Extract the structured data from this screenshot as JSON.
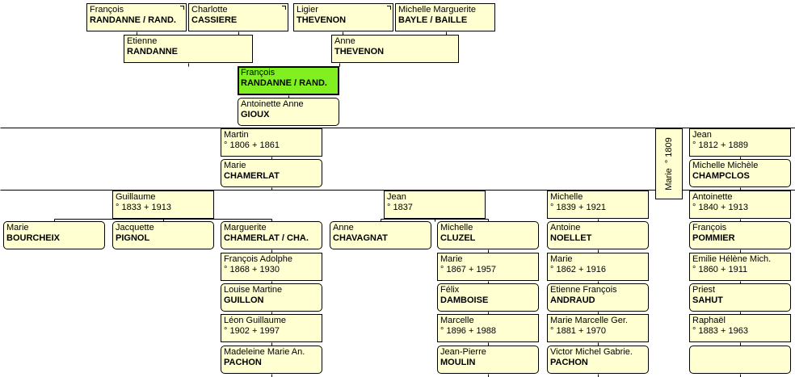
{
  "boxes": [
    {
      "id": "b1",
      "l1": "François",
      "l2": "RANDANNE / RAND.",
      "shape": "square",
      "corner": true
    },
    {
      "id": "b2",
      "l1": "Charlotte",
      "l2": "CASSIERE",
      "shape": "square",
      "corner": true
    },
    {
      "id": "b3",
      "l1": "Ligier",
      "l2": "THEVENON",
      "shape": "square",
      "corner": true
    },
    {
      "id": "b4",
      "l1": "Michelle Marguerite",
      "l2": "BAYLE / BAILLE",
      "shape": "square",
      "corner": false
    },
    {
      "id": "b5",
      "l1": "Etienne",
      "l2": "RANDANNE",
      "shape": "square"
    },
    {
      "id": "b6",
      "l1": "Anne",
      "l2": "THEVENON",
      "shape": "square"
    },
    {
      "id": "b7",
      "l1": "François",
      "l2": "RANDANNE / RAND.",
      "shape": "square",
      "selected": true
    },
    {
      "id": "b8",
      "l1": "Antoinette Anne",
      "l2": "GIOUX",
      "shape": "round"
    },
    {
      "id": "b9",
      "l1": "Martin",
      "l2": "° 1806 + 1861",
      "shape": "square",
      "normal2": true
    },
    {
      "id": "b10",
      "l1": "Marie",
      "l2": "CHAMERLAT",
      "shape": "round"
    },
    {
      "id": "b11",
      "l1": "Marie",
      "l2": "° 1809",
      "shape": "vertical"
    },
    {
      "id": "b12",
      "l1": "Jean",
      "l2": "° 1812 + 1889",
      "shape": "square",
      "normal2": true
    },
    {
      "id": "b13",
      "l1": "Michelle Michèle",
      "l2": "CHAMPCLOS",
      "shape": "round"
    },
    {
      "id": "b14",
      "l1": "Guillaume",
      "l2": "° 1833 + 1913",
      "shape": "square",
      "normal2": true
    },
    {
      "id": "b15",
      "l1": "Jean",
      "l2": "° 1837",
      "shape": "square",
      "normal2": true
    },
    {
      "id": "b16",
      "l1": "Michelle",
      "l2": "° 1839 + 1921",
      "shape": "square",
      "normal2": true
    },
    {
      "id": "b17",
      "l1": "Antoinette",
      "l2": "° 1840 + 1913",
      "shape": "square",
      "normal2": true
    },
    {
      "id": "b18",
      "l1": "Marie",
      "l2": "BOURCHEIX",
      "shape": "round"
    },
    {
      "id": "b19",
      "l1": "Jacquette",
      "l2": "PIGNOL",
      "shape": "round"
    },
    {
      "id": "b20",
      "l1": "Marguerite",
      "l2": "CHAMERLAT / CHA.",
      "shape": "round"
    },
    {
      "id": "b21",
      "l1": "Anne",
      "l2": "CHAVAGNAT",
      "shape": "round"
    },
    {
      "id": "b22",
      "l1": "Michelle",
      "l2": "CLUZEL",
      "shape": "round"
    },
    {
      "id": "b23",
      "l1": "Antoine",
      "l2": "NOELLET",
      "shape": "round"
    },
    {
      "id": "b24",
      "l1": "François",
      "l2": "POMMIER",
      "shape": "round"
    },
    {
      "id": "b25",
      "l1": "François Adolphe",
      "l2": "° 1868 + 1930",
      "shape": "square",
      "normal2": true
    },
    {
      "id": "b26",
      "l1": "Marie",
      "l2": "° 1867 + 1957",
      "shape": "square",
      "normal2": true
    },
    {
      "id": "b27",
      "l1": "Marie",
      "l2": "° 1862 + 1916",
      "shape": "square",
      "normal2": true
    },
    {
      "id": "b28",
      "l1": "Emilie Hélène Mich.",
      "l2": "° 1860 + 1911",
      "shape": "square",
      "normal2": true
    },
    {
      "id": "b29",
      "l1": "Louise Martine",
      "l2": "GUILLON",
      "shape": "round"
    },
    {
      "id": "b30",
      "l1": "Félix",
      "l2": "DAMBOISE",
      "shape": "round"
    },
    {
      "id": "b31",
      "l1": "Etienne François",
      "l2": "ANDRAUD",
      "shape": "round"
    },
    {
      "id": "b32",
      "l1": "Priest",
      "l2": "SAHUT",
      "shape": "round"
    },
    {
      "id": "b33",
      "l1": "Léon Guillaume",
      "l2": "° 1902 + 1997",
      "shape": "square",
      "normal2": true
    },
    {
      "id": "b34",
      "l1": "Marcelle",
      "l2": "° 1896 + 1988",
      "shape": "square",
      "normal2": true
    },
    {
      "id": "b35",
      "l1": "Marie Marcelle Ger.",
      "l2": "° 1881 + 1970",
      "shape": "square",
      "normal2": true
    },
    {
      "id": "b36",
      "l1": "Raphaël",
      "l2": "° 1883 + 1963",
      "shape": "square",
      "normal2": true
    },
    {
      "id": "b37",
      "l1": "Madeleine Marie An.",
      "l2": "PACHON",
      "shape": "round"
    },
    {
      "id": "b38",
      "l1": "Jean-Pierre",
      "l2": "MOULIN",
      "shape": "round"
    },
    {
      "id": "b39",
      "l1": "Victor Michel Gabrie.",
      "l2": "PACHON",
      "shape": "round"
    },
    {
      "id": "b40",
      "l1": "",
      "l2": "",
      "shape": "round"
    }
  ]
}
